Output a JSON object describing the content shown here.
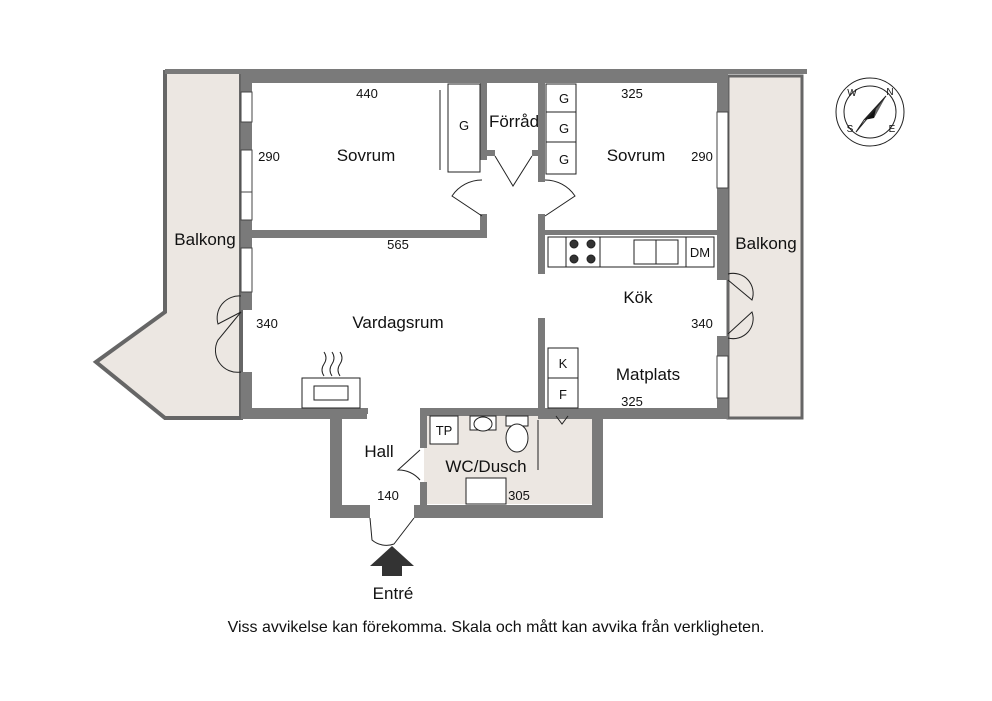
{
  "rooms": {
    "bedroom_left": "Sovrum",
    "storage": "Förråd",
    "bedroom_right": "Sovrum",
    "living_room": "Vardagsrum",
    "kitchen": "Kök",
    "dining": "Matplats",
    "hall": "Hall",
    "bathroom": "WC/Dusch",
    "balcony_left": "Balkong",
    "balcony_right": "Balkong",
    "entrance": "Entré"
  },
  "dimensions": {
    "bedroom_left_width": "440",
    "bedroom_left_depth": "290",
    "bedroom_right_width": "325",
    "bedroom_right_depth": "290",
    "living_width": "565",
    "living_depth": "340",
    "kitchen_depth": "340",
    "dining_width": "325",
    "hall_width": "140",
    "bathroom_width": "305"
  },
  "fixtures": {
    "wardrobe_left": "G",
    "wardrobe_right_1": "G",
    "wardrobe_right_2": "G",
    "wardrobe_right_3": "G",
    "dishwasher": "DM",
    "fridge": "K",
    "freezer": "F",
    "towel_dryer": "TP"
  },
  "compass": {
    "n": "N",
    "e": "E",
    "s": "S",
    "w": "W"
  },
  "disclaimer": "Viss avvikelse kan förekomma. Skala och mått kan avvika från verkligheten.",
  "colors": {
    "wall": "#7a7a7a",
    "balcony_fill": "#ece7e2",
    "bathroom_fill": "#ece7e2",
    "line": "#222222"
  }
}
